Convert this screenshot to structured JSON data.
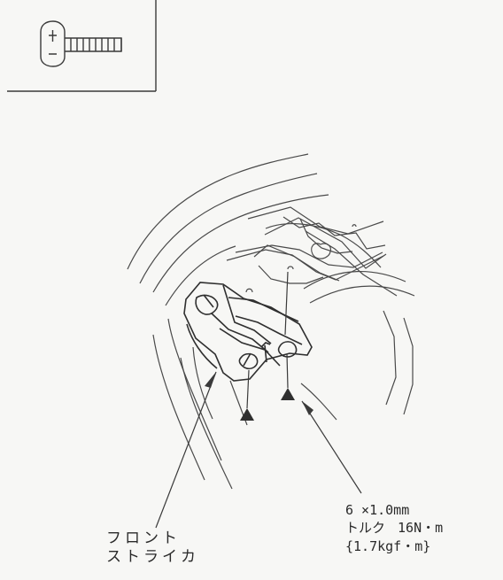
{
  "diagram": {
    "part_label_line1": "フロント",
    "part_label_line2": "ストライカ",
    "bolt_spec": {
      "size": "6 ×1.0mm",
      "torque_label": "トルク",
      "torque_value": "16N・m",
      "torque_alt": "{1.7kgf・m}"
    }
  },
  "icons": {
    "bolt_icon": "phillips-flat-head-bolt-icon",
    "torque_marker": "triangle-marker-icon"
  },
  "colors": {
    "line": "#3a3a3a",
    "background": "#f7f7f5"
  }
}
